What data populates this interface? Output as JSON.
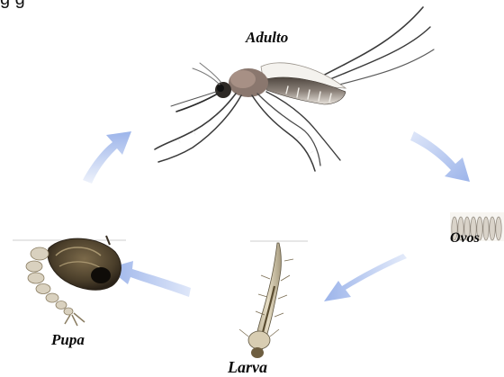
{
  "header_fragment": "g        g",
  "stages": {
    "adult": "Adulto",
    "eggs": "Ovos",
    "larva": "Larva",
    "pupa": "Pupa"
  },
  "colors": {
    "arrow": "#9cb4ea",
    "arrow_light": "#dfe7f9",
    "body": "#6e655d",
    "legs": "#3a3a3a"
  }
}
